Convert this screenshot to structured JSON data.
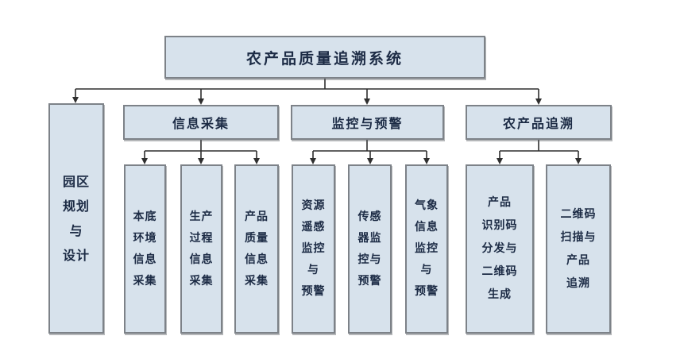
{
  "root": {
    "label": "农产品质量追溯系统"
  },
  "branches": {
    "park": {
      "label": "园区\n规划\n与\n设计"
    },
    "info": {
      "label": "信息采集",
      "children": [
        {
          "label": "本底\n环境\n信息\n采集"
        },
        {
          "label": "生产\n过程\n信息\n采集"
        },
        {
          "label": "产品\n质量\n信息\n采集"
        }
      ]
    },
    "monitor": {
      "label": "监控与预警",
      "children": [
        {
          "label": "资源\n遥感\n监控\n与\n预警"
        },
        {
          "label": "传感\n器监\n控与\n预警"
        },
        {
          "label": "气象\n信息\n监控\n与\n预警"
        }
      ]
    },
    "trace": {
      "label": "农产品追溯",
      "children": [
        {
          "label": "产品\n识别码\n分发与\n二维码\n生成"
        },
        {
          "label": "二维码\n扫描与\n产品\n追溯"
        }
      ]
    }
  },
  "colors": {
    "box_fill": "#d7e2ec",
    "box_border": "#7d8288",
    "line_color": "#2f2f2f",
    "text_color": "#1c2b45"
  }
}
